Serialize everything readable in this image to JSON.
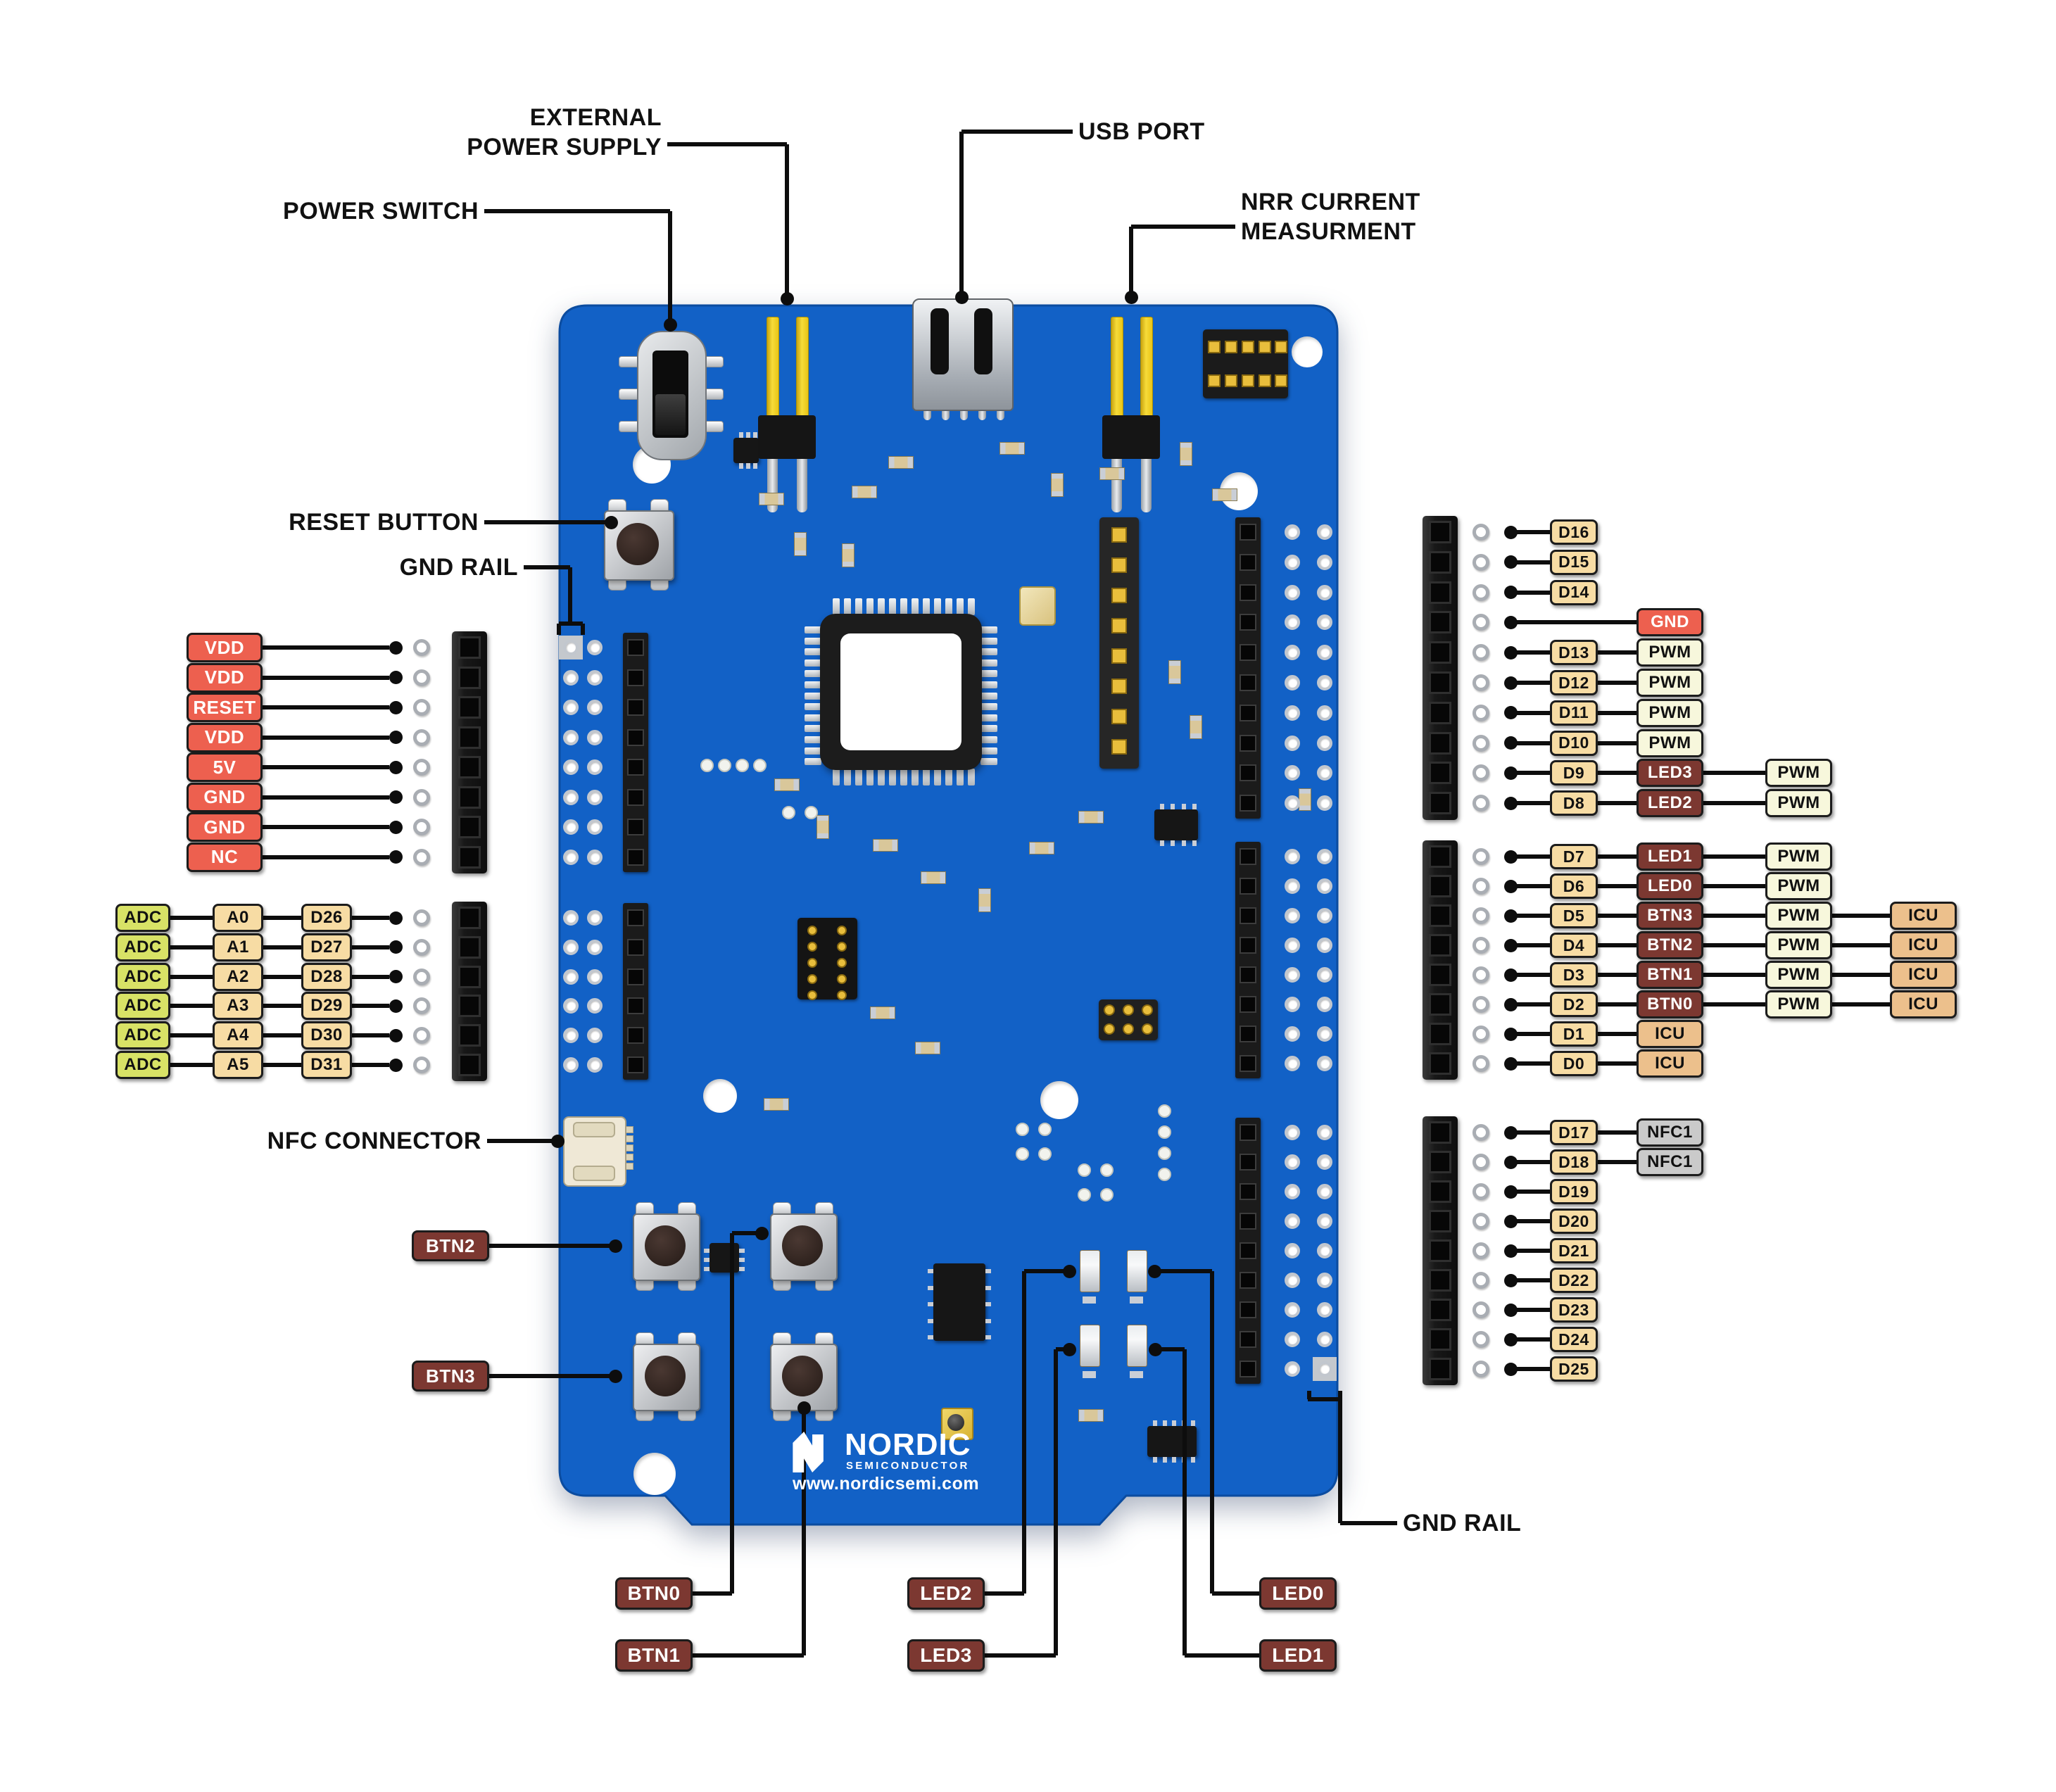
{
  "annotations": {
    "external_power_supply": {
      "line1": "EXTERNAL",
      "line2": "POWER SUPPLY"
    },
    "usb_port": "USB PORT",
    "power_switch": "POWER SWITCH",
    "nrr_current": {
      "line1": "NRR CURRENT",
      "line2": "MEASURMENT"
    },
    "reset_button": "RESET BUTTON",
    "gnd_rail_top": "GND RAIL",
    "gnd_rail_bottom": "GND RAIL",
    "nfc_connector": "NFC CONNECTOR",
    "btn2": "BTN2",
    "btn3": "BTN3"
  },
  "bottom_pills": [
    {
      "label": "BTN0"
    },
    {
      "label": "BTN1"
    },
    {
      "label": "LED2"
    },
    {
      "label": "LED3"
    },
    {
      "label": "LED0"
    },
    {
      "label": "LED1"
    }
  ],
  "left_power_pins": [
    {
      "label": "VDD"
    },
    {
      "label": "VDD"
    },
    {
      "label": "RESET"
    },
    {
      "label": "VDD"
    },
    {
      "label": "5V"
    },
    {
      "label": "GND"
    },
    {
      "label": "GND"
    },
    {
      "label": "NC"
    }
  ],
  "adc_rows": [
    {
      "func": "ADC",
      "analog": "A0",
      "digital": "D26"
    },
    {
      "func": "ADC",
      "analog": "A1",
      "digital": "D27"
    },
    {
      "func": "ADC",
      "analog": "A2",
      "digital": "D28"
    },
    {
      "func": "ADC",
      "analog": "A3",
      "digital": "D29"
    },
    {
      "func": "ADC",
      "analog": "A4",
      "digital": "D30"
    },
    {
      "func": "ADC",
      "analog": "A5",
      "digital": "D31"
    }
  ],
  "right_groups": [
    {
      "rows": [
        {
          "pin": "D16",
          "badges": []
        },
        {
          "pin": "D15",
          "badges": []
        },
        {
          "pin": "D14",
          "badges": []
        },
        {
          "pin": null,
          "badges": [
            {
              "label": "GND",
              "type": "power"
            }
          ]
        },
        {
          "pin": "D13",
          "badges": [
            {
              "label": "PWM",
              "type": "pwm"
            }
          ]
        },
        {
          "pin": "D12",
          "badges": [
            {
              "label": "PWM",
              "type": "pwm"
            }
          ]
        },
        {
          "pin": "D11",
          "badges": [
            {
              "label": "PWM",
              "type": "pwm"
            }
          ]
        },
        {
          "pin": "D10",
          "badges": [
            {
              "label": "PWM",
              "type": "pwm"
            }
          ]
        },
        {
          "pin": "D9",
          "badges": [
            {
              "label": "LED3",
              "type": "control"
            },
            {
              "label": "PWM",
              "type": "pwm"
            }
          ]
        },
        {
          "pin": "D8",
          "badges": [
            {
              "label": "LED2",
              "type": "control"
            },
            {
              "label": "PWM",
              "type": "pwm"
            }
          ]
        }
      ]
    },
    {
      "rows": [
        {
          "pin": "D7",
          "badges": [
            {
              "label": "LED1",
              "type": "control"
            },
            {
              "label": "PWM",
              "type": "pwm"
            }
          ]
        },
        {
          "pin": "D6",
          "badges": [
            {
              "label": "LED0",
              "type": "control"
            },
            {
              "label": "PWM",
              "type": "pwm"
            }
          ]
        },
        {
          "pin": "D5",
          "badges": [
            {
              "label": "BTN3",
              "type": "control"
            },
            {
              "label": "PWM",
              "type": "pwm"
            },
            {
              "label": "ICU",
              "type": "icu"
            }
          ]
        },
        {
          "pin": "D4",
          "badges": [
            {
              "label": "BTN2",
              "type": "control"
            },
            {
              "label": "PWM",
              "type": "pwm"
            },
            {
              "label": "ICU",
              "type": "icu"
            }
          ]
        },
        {
          "pin": "D3",
          "badges": [
            {
              "label": "BTN1",
              "type": "control"
            },
            {
              "label": "PWM",
              "type": "pwm"
            },
            {
              "label": "ICU",
              "type": "icu"
            }
          ]
        },
        {
          "pin": "D2",
          "badges": [
            {
              "label": "BTN0",
              "type": "control"
            },
            {
              "label": "PWM",
              "type": "pwm"
            },
            {
              "label": "ICU",
              "type": "icu"
            }
          ]
        },
        {
          "pin": "D1",
          "badges": [
            {
              "label": "ICU",
              "type": "icu"
            }
          ]
        },
        {
          "pin": "D0",
          "badges": [
            {
              "label": "ICU",
              "type": "icu"
            }
          ]
        }
      ]
    },
    {
      "rows": [
        {
          "pin": "D17",
          "badges": [
            {
              "label": "NFC1",
              "type": "nfc"
            }
          ]
        },
        {
          "pin": "D18",
          "badges": [
            {
              "label": "NFC1",
              "type": "nfc"
            }
          ]
        },
        {
          "pin": "D19",
          "badges": []
        },
        {
          "pin": "D20",
          "badges": []
        },
        {
          "pin": "D21",
          "badges": []
        },
        {
          "pin": "D22",
          "badges": []
        },
        {
          "pin": "D23",
          "badges": []
        },
        {
          "pin": "D24",
          "badges": []
        },
        {
          "pin": "D25",
          "badges": []
        }
      ]
    }
  ],
  "logo": {
    "brand": "NORDIC",
    "subtitle": "SEMICONDUCTOR",
    "url": "www.nordicsemi.com"
  },
  "colors": {
    "board_blue": "#1261C6",
    "board_edge": "#0B4CA0",
    "annotation_line": "#0D0D0D",
    "pill_power_red": "#ED604F",
    "pill_pin_tan": "#F7DCA4",
    "pill_adc_green": "#D8E266",
    "pill_pwm_cream": "#F7F7DC",
    "pill_control_maroon": "#7C3831",
    "pill_icu_orange": "#ECC08C",
    "pill_nfc_gray": "#CACACA",
    "gold_pin_yellow": "#F3D01E"
  }
}
